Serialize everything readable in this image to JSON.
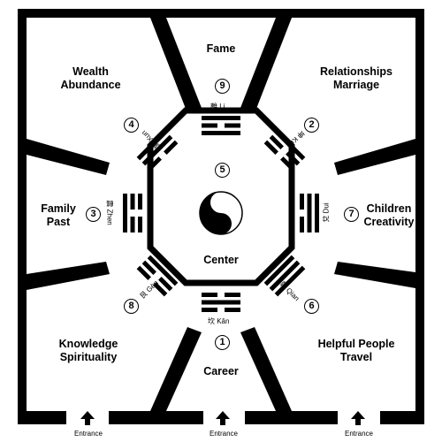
{
  "areas": {
    "fame": {
      "name": "Fame",
      "number": "9",
      "trigram": "離 Li"
    },
    "relationships": {
      "line1": "Relationships",
      "line2": "Marriage",
      "number": "2",
      "trigram": "坤 Kun"
    },
    "children": {
      "line1": "Children",
      "line2": "Creativity",
      "number": "7",
      "trigram": "兌 Dui"
    },
    "helpful": {
      "line1": "Helpful People",
      "line2": "Travel",
      "number": "6",
      "trigram": "乾 Qian"
    },
    "career": {
      "name": "Career",
      "number": "1",
      "trigram": "坎 Kǎn"
    },
    "knowledge": {
      "line1": "Knowledge",
      "line2": "Spirituality",
      "number": "8",
      "trigram": "艮 Gèn"
    },
    "family": {
      "line1": "Family",
      "line2": "Past",
      "number": "3",
      "trigram": "震 Zhen"
    },
    "wealth": {
      "line1": "Wealth",
      "line2": "Abundance",
      "number": "4",
      "trigram": "巽 Xun"
    },
    "center": {
      "name": "Center",
      "number": "5"
    }
  },
  "entrances": [
    "Entrance",
    "Entrance",
    "Entrance"
  ],
  "colors": {
    "line": "#000000",
    "background": "#ffffff"
  },
  "icons": {
    "center": "yin-yang-icon",
    "entrance": "up-arrow-icon"
  }
}
